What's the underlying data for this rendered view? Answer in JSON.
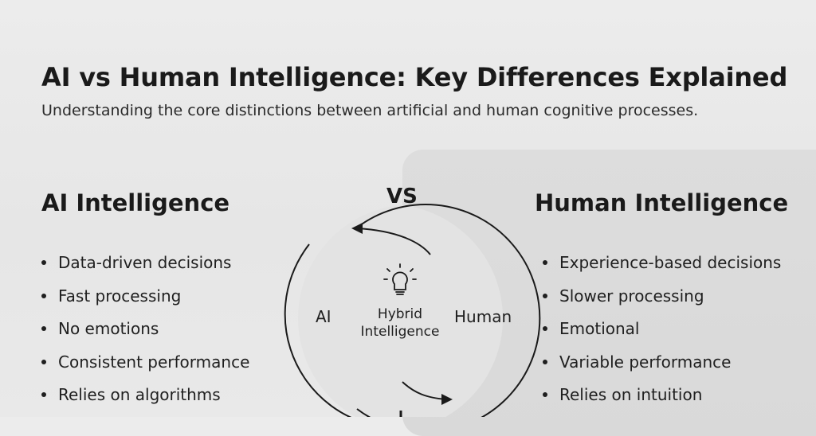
{
  "header": {
    "title": "AI vs Human Intelligence: Key Differences Explained",
    "subtitle": "Understanding the core distinctions between artificial and human cognitive processes."
  },
  "left_column": {
    "heading": "AI Intelligence",
    "items": [
      "Data-driven decisions",
      "Fast processing",
      "No emotions",
      "Consistent performance",
      "Relies on algorithms"
    ]
  },
  "right_column": {
    "heading": "Human Intelligence",
    "items": [
      "Experience-based decisions",
      "Slower processing",
      "Emotional",
      "Variable performance",
      "Relies on intuition"
    ]
  },
  "diagram": {
    "vs_label": "VS",
    "left_label": "AI",
    "right_label": "Human",
    "overlap_line1": "Hybrid",
    "overlap_line2": "Intelligence",
    "overlap_icon": "lightbulb-icon"
  },
  "colors": {
    "background": "#e9e9e9",
    "panel": "#dbdbdb",
    "ink": "#1a1a1a"
  }
}
